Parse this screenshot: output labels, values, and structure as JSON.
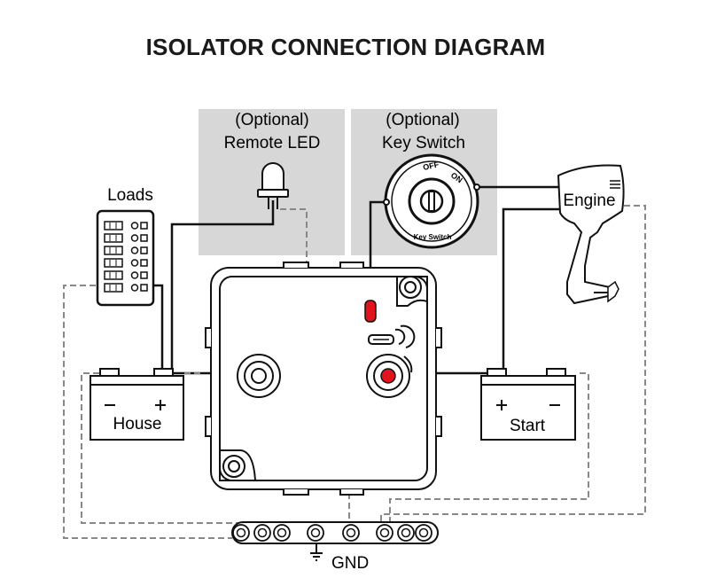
{
  "title": "ISOLATOR CONNECTION DIAGRAM",
  "panels": {
    "remote_led": {
      "line1": "(Optional)",
      "line2": "Remote LED"
    },
    "key_switch": {
      "line1": "(Optional)",
      "line2": "Key Switch",
      "off": "OFF",
      "on": "ON",
      "name": "Key Switch"
    }
  },
  "labels": {
    "loads": "Loads",
    "engine": "Engine",
    "house": "House",
    "start": "Start",
    "gnd": "GND"
  },
  "colors": {
    "panel_bg": "#d7d7d7",
    "wire": "#111111",
    "dashed_wire": "#8a8a8a",
    "led_red": "#e0141c",
    "terminal_red": "#e0141c"
  },
  "icons": [
    "led-icon",
    "key-switch-icon",
    "fuse-panel-icon",
    "outboard-engine-icon",
    "battery-icon",
    "isolator-relay-icon",
    "ground-bus-bar-icon",
    "ground-symbol-icon"
  ]
}
